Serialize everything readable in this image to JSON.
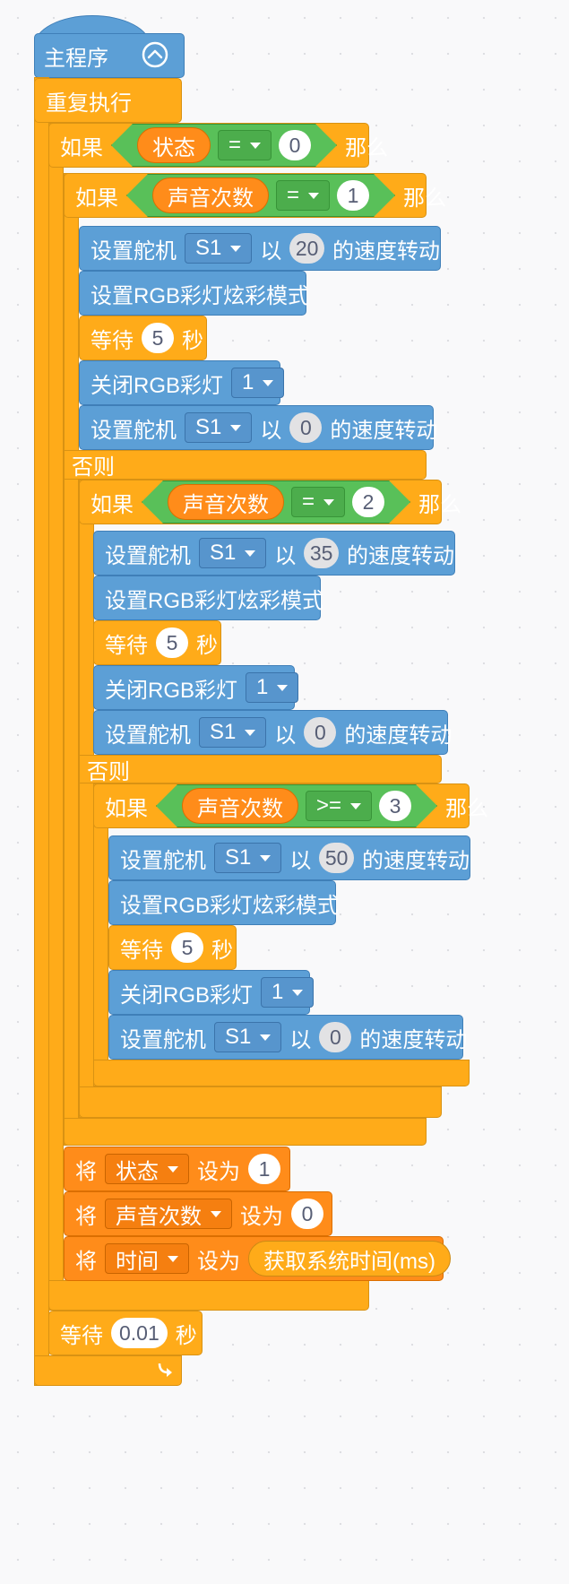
{
  "hat": {
    "label": "主程序"
  },
  "forever": {
    "label": "重复执行",
    "loop_icon": "loop-arrow-icon"
  },
  "colors": {
    "control": "#ffab19",
    "servo": "#5c9fd6",
    "variable": "#ff8c1a",
    "operator": "#59c059"
  },
  "if1": {
    "if_label": "如果",
    "var": "状态",
    "op": "=",
    "value": "0",
    "then_label": "那么"
  },
  "if2": {
    "if_label": "如果",
    "var": "声音次数",
    "op": "=",
    "value": "1",
    "then_label": "那么",
    "else_label": "否则"
  },
  "if3": {
    "if_label": "如果",
    "var": "声音次数",
    "op": "=",
    "value": "2",
    "then_label": "那么",
    "else_label": "否则"
  },
  "if4": {
    "if_label": "如果",
    "var": "声音次数",
    "op": ">=",
    "value": "3",
    "then_label": "那么"
  },
  "cmd": {
    "set_servo": "设置舵机",
    "servo": "S1",
    "at": "以",
    "speed_suffix": "的速度转动",
    "rgb_colorful": "设置RGB彩灯炫彩模式",
    "wait": "等待",
    "seconds": "秒",
    "close_rgb": "关闭RGB彩灯",
    "rgb_index": "1",
    "set_word": "将",
    "set_to": "设为"
  },
  "b1": {
    "speed_on": "20",
    "wait": "5",
    "speed_off": "0"
  },
  "b2": {
    "speed_on": "35",
    "wait": "5",
    "speed_off": "0"
  },
  "b3": {
    "speed_on": "50",
    "wait": "5",
    "speed_off": "0"
  },
  "setvars": [
    {
      "var": "状态",
      "value": "1"
    },
    {
      "var": "声音次数",
      "value": "0"
    },
    {
      "var": "时间",
      "value": "获取系统时间(ms)"
    }
  ],
  "final_wait": {
    "value": "0.01"
  }
}
